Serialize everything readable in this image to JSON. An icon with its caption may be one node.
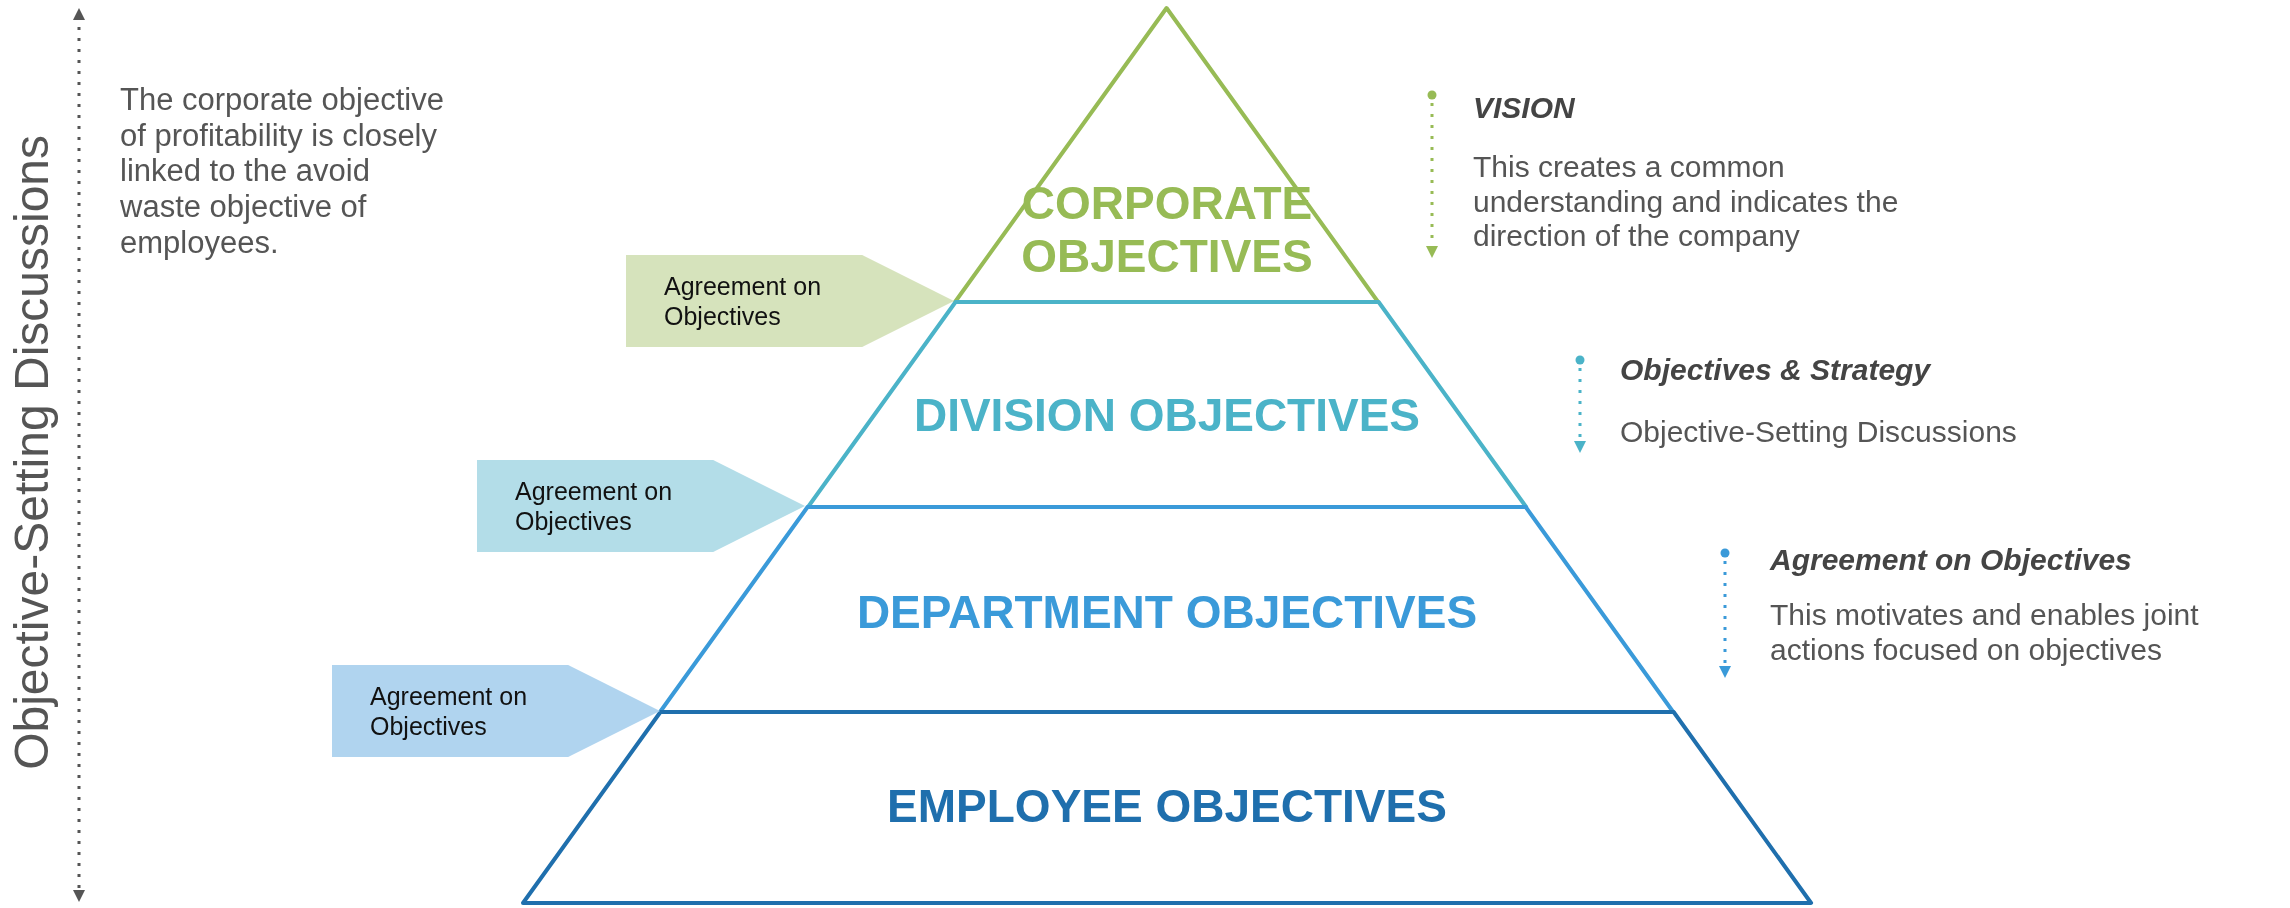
{
  "diagram": {
    "nodes": [
      {
        "text": [
          "CORPORATE OBJECTIVES"
        ]
      },
      {
        "text": [
          "DIVISION OBJECTIVES"
        ]
      },
      {
        "text": [
          "DEPARTMENT OBJECTIVES"
        ]
      },
      {
        "text": [
          "EMPLOYEE OBJECTIVES"
        ]
      },
      {
        "text": [
          "Agreement on Objectives"
        ]
      },
      {
        "text": [
          "Agreement on Objectives"
        ]
      },
      {
        "text": [
          "Agreement on Objectives"
        ]
      }
    ],
    "labels": [
      "Objective-Setting Discussions",
      "The corporate objective of profitability is closely linked to the avoid waste objective of employees.",
      "VISION",
      "This creates a common understanding and indicates the direction of the company",
      "Objectives & Strategy",
      "Objective-Setting Discussions",
      "Agreement on Objectives",
      "This motivates and enables joint actions focused on objectives"
    ]
  }
}
